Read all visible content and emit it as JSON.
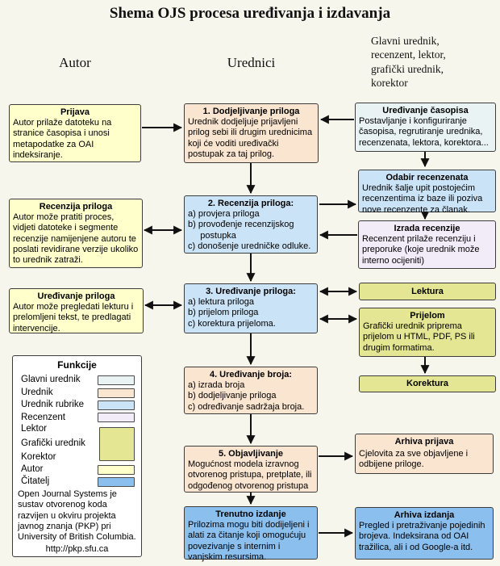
{
  "title": "Shema OJS procesa uređivanja i izdavanja",
  "headers": {
    "autor": "Autor",
    "urednici": "Urednici",
    "roles": "Glavni urednik, recenzent, lektor, grafički urednik, korektor"
  },
  "boxes": {
    "prijava": {
      "title": "Prijava",
      "body": "Autor prilaže datoteku na stranice časopisa i unosi metapodatke za OAI indeksiranje."
    },
    "recenzija_autor": {
      "title": "Recenzija priloga",
      "body": "Autor može pratiti proces, vidjeti datoteke i segmente recenzije namijenjene autoru te poslati revidirane verzije ukoliko to urednik zatraži."
    },
    "uredjivanje_autor": {
      "title": "Uređivanje priloga",
      "body": "Autor može pregledati lekturu i prelomljeni tekst, te predlagati intervencije."
    },
    "korak1": {
      "title": "1. Dodjeljivanje priloga",
      "body": "Urednik dodjeljuje prijavljeni prilog sebi ili drugim urednicima koji će voditi uređivački postupak za taj prilog."
    },
    "korak2": {
      "title": "2. Recenzija priloga:",
      "body": "a) provjera priloga\nb) provođenje recenzijskog\n     postupka\nc) donošenje uredničke odluke."
    },
    "korak3": {
      "title": "3. Uređivanje priloga:",
      "body": "a) lektura priloga\nb) prijelom priloga\nc) korektura prijeloma."
    },
    "korak4": {
      "title": "4. Uređivanje broja:",
      "body": "a) izrada broja\nb) dodjeljivanje priloga\nc) određivanje sadržaja broja."
    },
    "korak5": {
      "title": "5. Objavljivanje",
      "body": "Mogućnost modela izravnog otvorenog pristupa, pretplate, ili odgođenog otvorenog pristupa"
    },
    "trenutno_izdanje": {
      "title": "Trenutno izdanje",
      "body": "Prilozima mogu biti dodijeljeni i alati za čitanje koji omogućuju povezivanje s internim i vanjskim resursima."
    },
    "uredjivanje_casopisa": {
      "title": "Uređivanje časopisa",
      "body": "Postavljanje i konfiguriranje časopisa, regrutiranje urednika, recenzenata, lektora, korektora..."
    },
    "odabir_recenzenata": {
      "title": "Odabir recenzenata",
      "body": "Urednik šalje upit postojećim recenzentima iz baze ili poziva nove recenzente za članak."
    },
    "izrada_recenzije": {
      "title": "Izrada recenzije",
      "body": "Recenzent prilaže recenziju i preporuke (koje urednik može interno ocijeniti)"
    },
    "lektura": {
      "title": "Lektura"
    },
    "prijelom": {
      "title": "Prijelom",
      "body": "Grafički urednik priprema prijelom u HTML, PDF, PS ili drugim formatima."
    },
    "korektura": {
      "title": "Korektura"
    },
    "arhiva_prijava": {
      "title": "Arhiva prijava",
      "body": "Cjelovita za sve objavljene i odbijene priloge."
    },
    "arhiva_izdanja": {
      "title": "Arhiva izdanja",
      "body": "Pregled i pretraživanje pojedinih brojeva. Indeksirana od OAI tražilica, ali i od Google-a itd."
    }
  },
  "legend": {
    "title": "Funkcije",
    "items": [
      {
        "label": "Glavni urednik",
        "color": "#E9F3F4"
      },
      {
        "label": "Urednik",
        "color": "#FAE5D0"
      },
      {
        "label": "Urednik rubrike",
        "color": "#CBE3F6"
      },
      {
        "label": "Recenzent",
        "color": "#F2ECF9"
      },
      {
        "label": "Lektor",
        "color": "#E5E693"
      },
      {
        "label": "Grafički urednik",
        "color": "#E5E693"
      },
      {
        "label": "Korektor",
        "color": "#E5E693"
      },
      {
        "label": "Autor",
        "color": "#FFFFCC"
      },
      {
        "label": "Čitatelj",
        "color": "#8BBFEE"
      }
    ],
    "footer": "Open Journal Systems je sustav otvorenog koda razvijen u okviru projekta javnog znanja (PKP) pri University of British Columbia.",
    "url": "http://pkp.sfu.ca"
  },
  "colors": {
    "background": "#F7F6ED",
    "box_border": "#3C3C3C",
    "arrow": "#111111",
    "autor_fill": "#FFFFCC",
    "urednik_fill": "#FAE5D0",
    "urednik_rubrike_fill": "#CBE3F6",
    "glavni_urednik_fill": "#E9F3F4",
    "recenzent_fill": "#F2ECF9",
    "lektor_grafik_korektor_fill": "#E5E693",
    "citatelj_fill": "#8BBFEE"
  }
}
